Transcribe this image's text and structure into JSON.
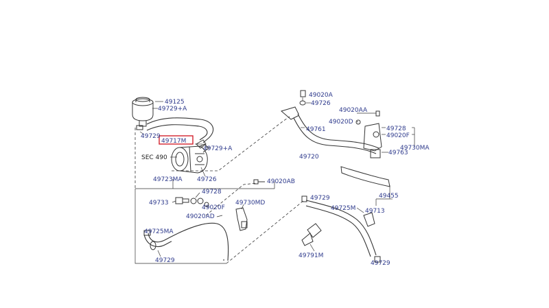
{
  "diagram": {
    "highlight_color": "#d2222d",
    "label_color": "#2e3a8c",
    "highlighted_part": "49717M",
    "labels": {
      "p49125": "49125",
      "p49729a1": "49729+A",
      "p49729_1": "49729",
      "p49717m": "49717M",
      "p49729a2": "49729+A",
      "sec490": "SEC 490",
      "p49726a": "49726",
      "p49723ma": "49723MA",
      "p49728a": "49728",
      "p49733": "49733",
      "p49020f_a": "49020F",
      "p49020ad": "49020AD",
      "p49725ma": "49725MA",
      "p49729_2": "49729",
      "p49020ab": "49020AB",
      "p49730md": "49730MD",
      "p49020a": "49020A",
      "p49726b": "49726",
      "p49761": "49761",
      "p49720": "49720",
      "p49020aa": "49020AA",
      "p49020d": "49020D",
      "p49728b": "49728",
      "p49020f_b": "49020F",
      "p49730ma": "49730MA",
      "p49763": "49763",
      "p49455": "49455",
      "p49713": "49713",
      "p49729_3": "49729",
      "p49725m": "49725M",
      "p49791m": "49791M",
      "p49729_4": "49729"
    }
  }
}
